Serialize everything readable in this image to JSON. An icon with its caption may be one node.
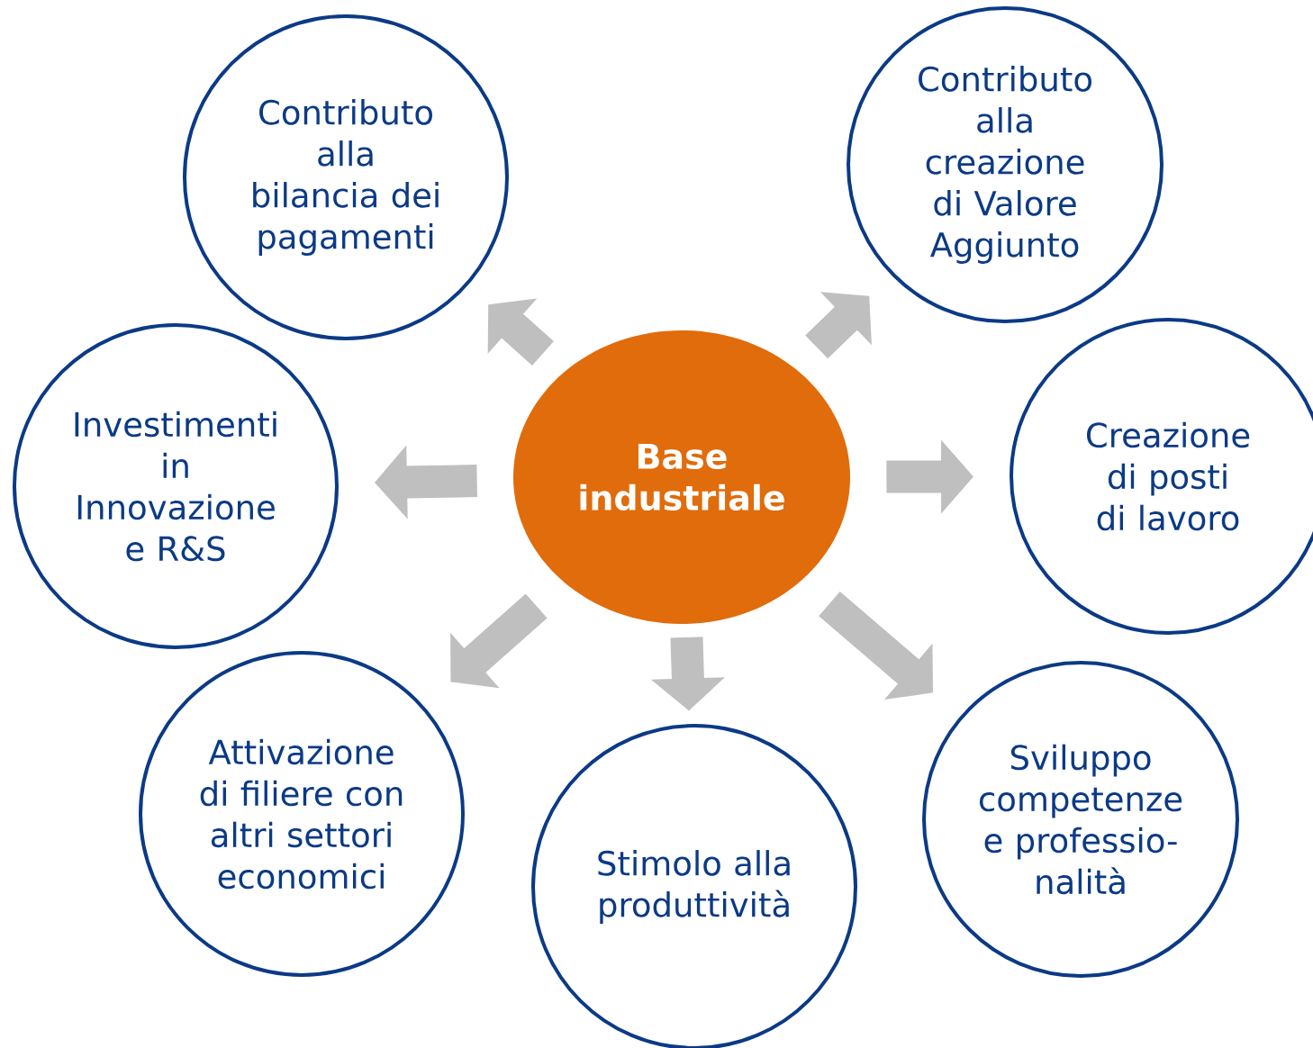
{
  "diagram": {
    "nodes": [
      {
        "text": [
          "Base industriale"
        ]
      },
      {
        "text": [
          "Contributo alla bilancia dei pagamenti"
        ]
      },
      {
        "text": [
          "Contributo alla creazione di Valore Aggiunto"
        ]
      },
      {
        "text": [
          "Creazione di posti di lavoro"
        ]
      },
      {
        "text": [
          "Sviluppo competenze e professio- nalità"
        ]
      },
      {
        "text": [
          "Stimolo alla produttività"
        ]
      },
      {
        "text": [
          "Attivazione di filiere con altri settori economici"
        ]
      },
      {
        "text": [
          "Investimenti in Innovazione e R&S"
        ]
      }
    ],
    "edges": [
      {
        "from": 0,
        "to": 1,
        "arrow": "to"
      },
      {
        "from": 0,
        "to": 2,
        "arrow": "to"
      },
      {
        "from": 0,
        "to": 3,
        "arrow": "to"
      },
      {
        "from": 0,
        "to": 4,
        "arrow": "to"
      },
      {
        "from": 0,
        "to": 5,
        "arrow": "to"
      },
      {
        "from": 0,
        "to": 6,
        "arrow": "to"
      },
      {
        "from": 0,
        "to": 7,
        "arrow": "to"
      }
    ]
  }
}
